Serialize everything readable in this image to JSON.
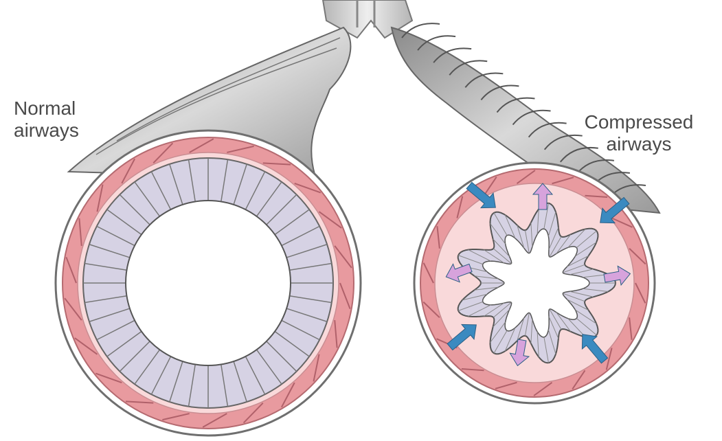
{
  "labels": {
    "normal_line1": "Normal",
    "normal_line2": "airways",
    "compressed_line1": "Compressed",
    "compressed_line2": "airways"
  },
  "colors": {
    "airway_outer_gray": "#c8c8c8",
    "muscle_pink": "#e89a9f",
    "submucosa_pink": "#f9d9da",
    "epithelium_lavender": "#d6d2e4",
    "compression_arrow_blue": "#3b8ac0",
    "mucus_arrow_violet": "#d7a3dc"
  },
  "icons": {
    "compression_arrows": "blue-inward-arrow",
    "secretion_arrows": "violet-outward-arrow"
  }
}
